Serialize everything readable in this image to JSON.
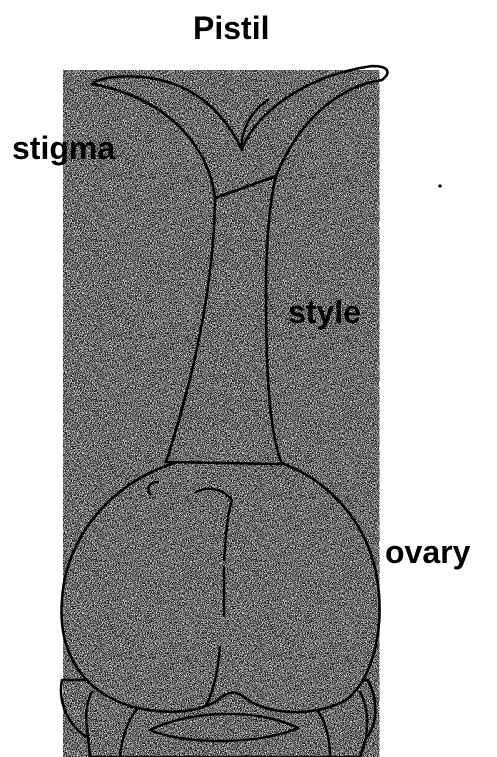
{
  "title": "Pistil",
  "labels": {
    "stigma": "stigma",
    "style": "style",
    "ovary": "ovary"
  },
  "colors": {
    "ink": "#000000",
    "background": "#ffffff"
  }
}
